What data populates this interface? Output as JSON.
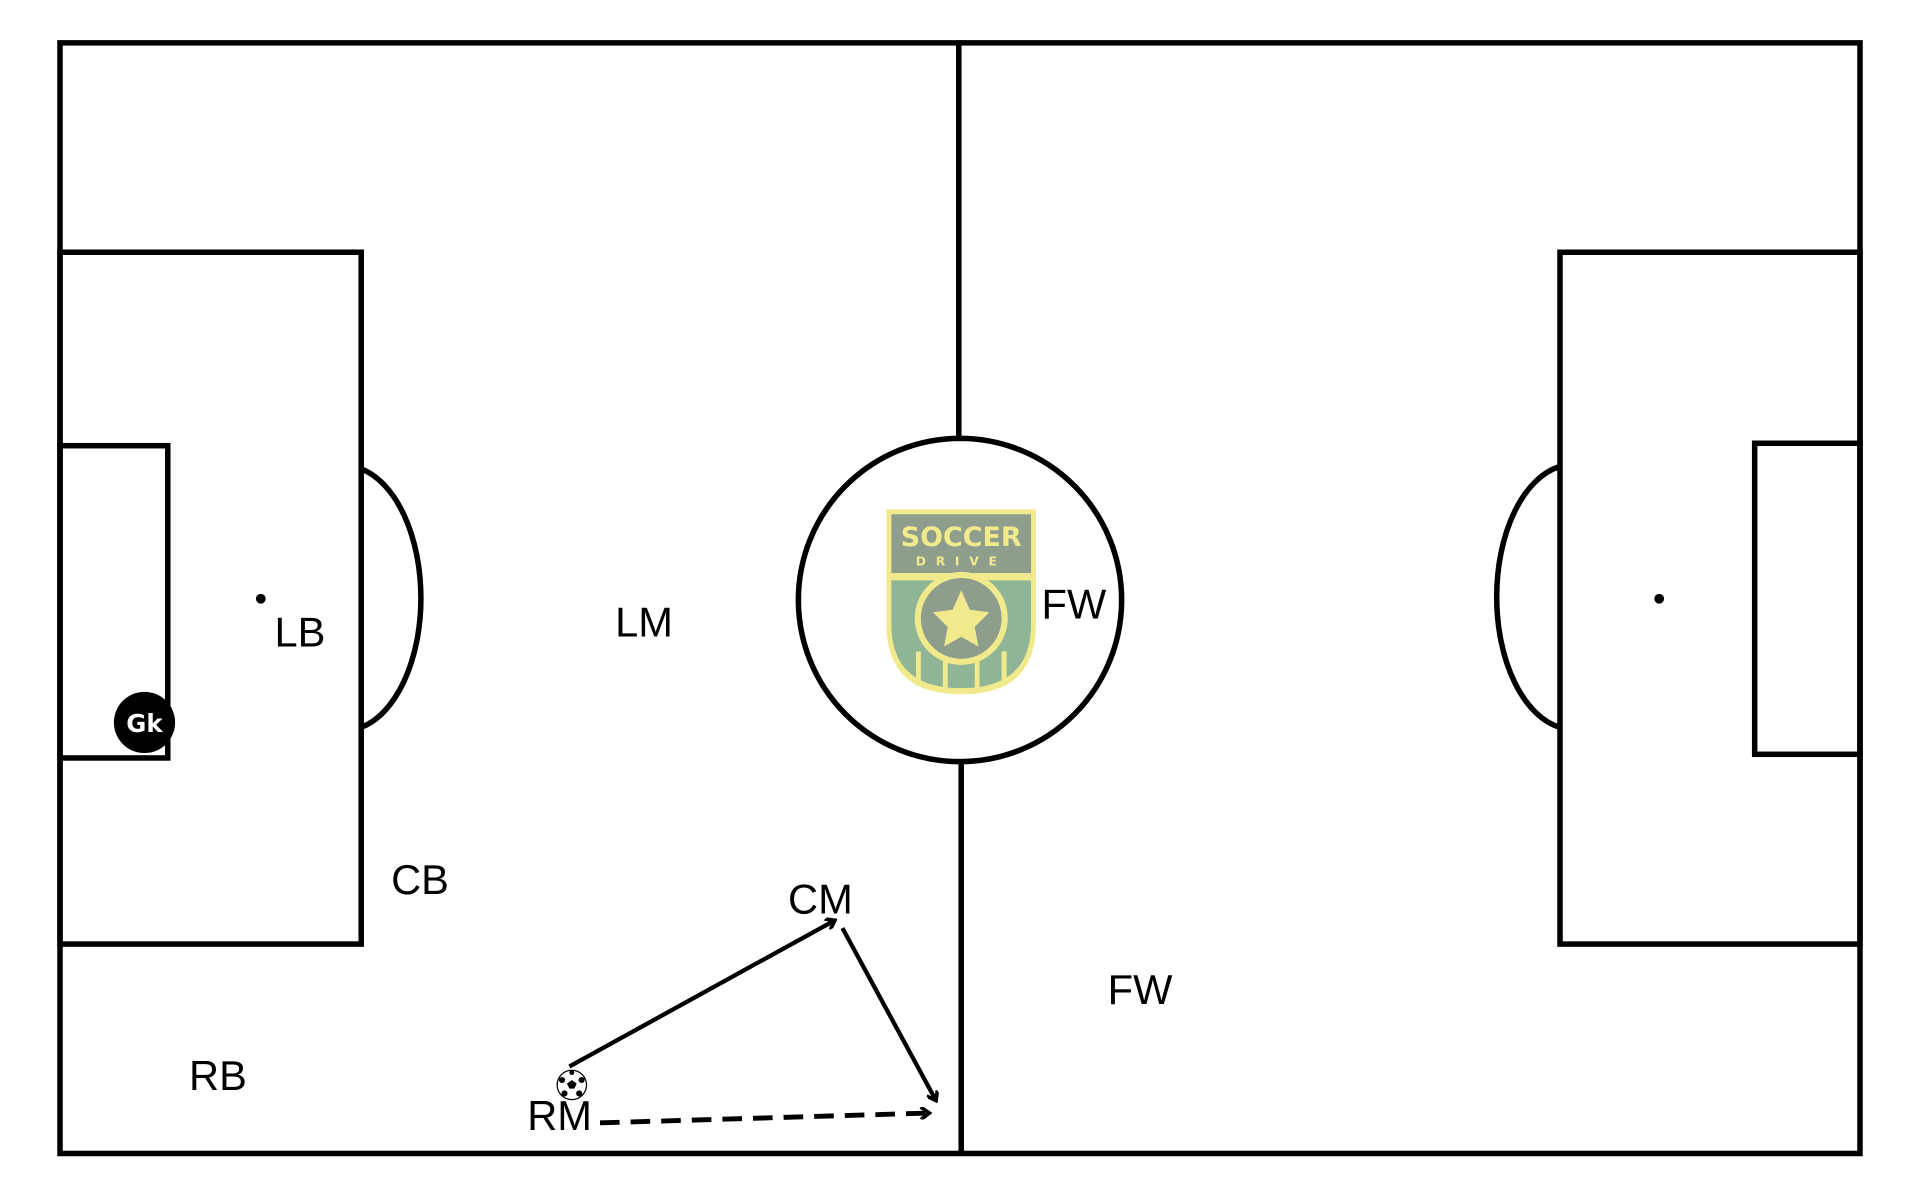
{
  "logo": {
    "line1": "SOCCER",
    "line2": "DRIVE",
    "colors": {
      "yellow": "#f0ea8c",
      "gray": "#8f9e8c",
      "green": "#8fb496"
    }
  },
  "goalkeeper": {
    "label": "Gk"
  },
  "players": [
    {
      "id": "lb",
      "label": "LB"
    },
    {
      "id": "lm",
      "label": "LM"
    },
    {
      "id": "fw1",
      "label": "FW"
    },
    {
      "id": "cb",
      "label": "CB"
    },
    {
      "id": "cm",
      "label": "CM"
    },
    {
      "id": "fw2",
      "label": "FW"
    },
    {
      "id": "rb",
      "label": "RB"
    },
    {
      "id": "rm",
      "label": "RM"
    }
  ]
}
